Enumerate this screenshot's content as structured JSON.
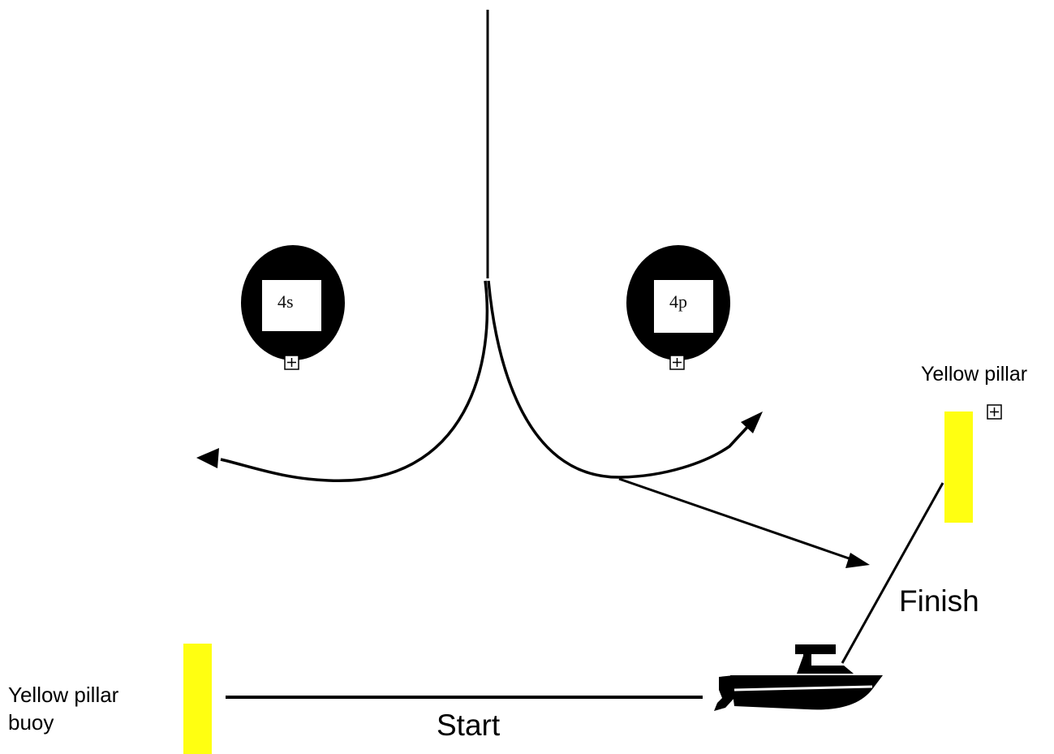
{
  "labels": {
    "start": "Start",
    "finish": "Finish",
    "yellow_pillar_right": "Yellow pillar",
    "yellow_pillar_left": "Yellow pillar\nbuoy"
  },
  "buoys": {
    "starboard": "4s",
    "port": "4p"
  },
  "colors": {
    "pillar": "#ffff11",
    "buoy": "#000000",
    "line": "#000000",
    "background": "#ffffff"
  },
  "icons": [
    "boat-icon",
    "box-plus-icon"
  ]
}
